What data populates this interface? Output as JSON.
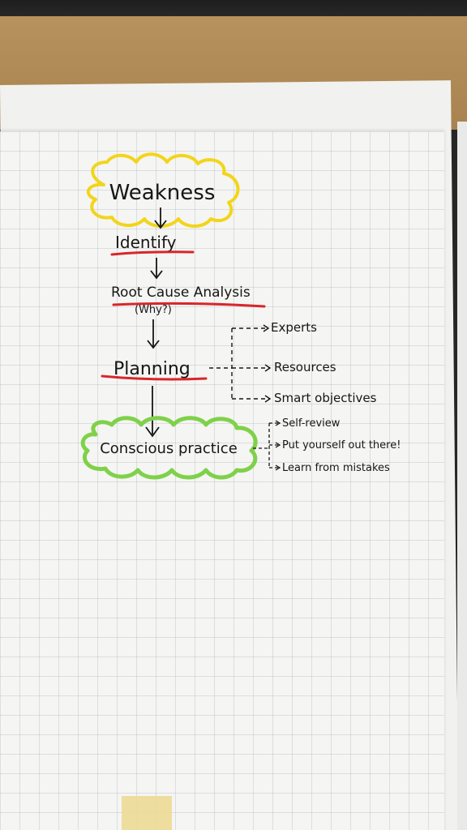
{
  "diagram": {
    "main_steps": [
      {
        "id": "weakness",
        "label": "Weakness",
        "decoration": "yellow-cloud"
      },
      {
        "id": "identify",
        "label": "Identify",
        "decoration": "red-underline"
      },
      {
        "id": "root-cause",
        "label": "Root Cause Analysis",
        "sublabel": "(Why?)",
        "decoration": "red-underline"
      },
      {
        "id": "planning",
        "label": "Planning",
        "decoration": "red-underline"
      },
      {
        "id": "conscious-practice",
        "label": "Conscious practice",
        "decoration": "green-cloud"
      }
    ],
    "planning_branches": [
      "Experts",
      "Resources",
      "Smart objectives"
    ],
    "practice_branches": [
      "Self-review",
      "Put yourself out there!",
      "Learn from mistakes"
    ],
    "colors": {
      "ink": "#161616",
      "yellow_cloud": "#f2d51a",
      "green_cloud": "#7fd14a",
      "underline_red": "#d8262b",
      "tape": "#ecda96"
    }
  }
}
